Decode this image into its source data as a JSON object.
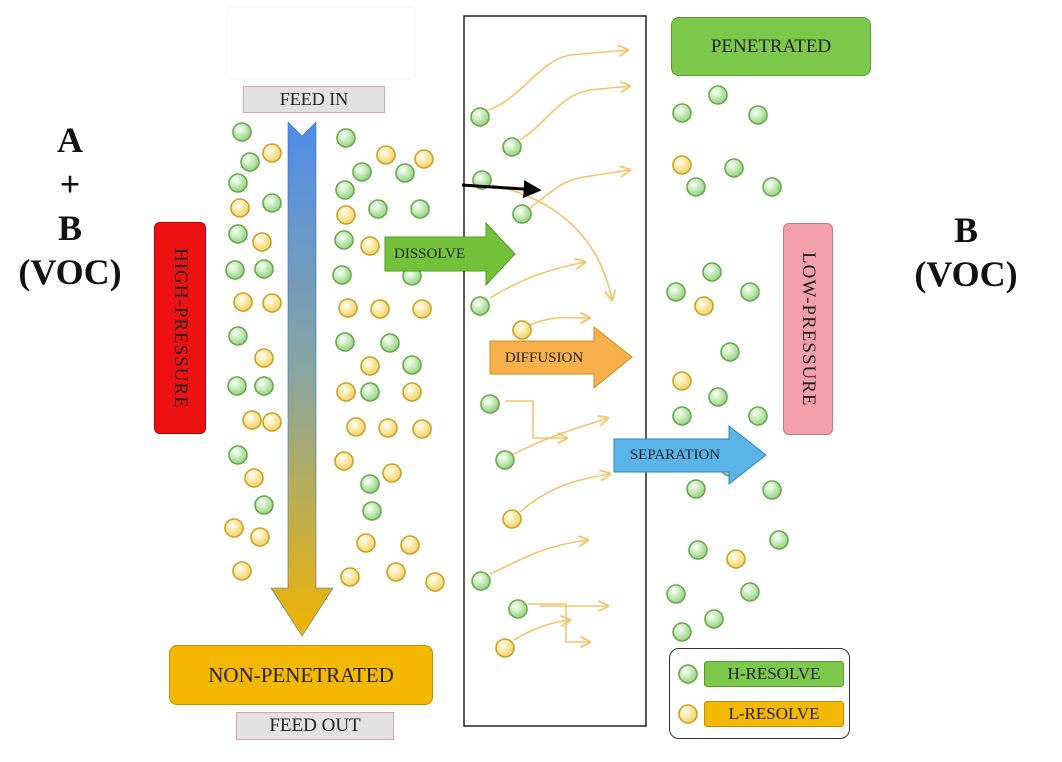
{
  "left_side": {
    "line1": "A",
    "line2": "+",
    "line3": "B",
    "line4": "(VOC)"
  },
  "right_side": {
    "line1": "B",
    "line2": "(VOC)"
  },
  "labels": {
    "feed_in": "FEED IN",
    "feed_out": "FEED OUT",
    "high_pressure": "HIGH-PRESSURE",
    "low_pressure": "LOW-PRESSURE",
    "penetrated": "PENETRATED",
    "non_penetrated": "NON-PENETRATED",
    "dissolve": "DISSOLVE",
    "diffusion": "DIFFUSION",
    "separation": "SEPARATION"
  },
  "legend": {
    "h_resolve": "H-RESOLVE",
    "l_resolve": "L-RESOLVE"
  },
  "colors": {
    "green_particle": "#8fd07a",
    "yellow_particle": "#f2cf6a",
    "high_pressure": "#ee1111",
    "low_pressure": "#f4a0ac",
    "penetrated": "#7cc84a",
    "non_penetrated": "#f5b800",
    "dissolve": "#74c23a",
    "diffusion": "#f7b04a",
    "separation": "#5ab4e8",
    "feed_arrow_top": "#4f8ce8",
    "feed_arrow_bottom": "#f0b400",
    "flow_line": "#f5c36a"
  }
}
